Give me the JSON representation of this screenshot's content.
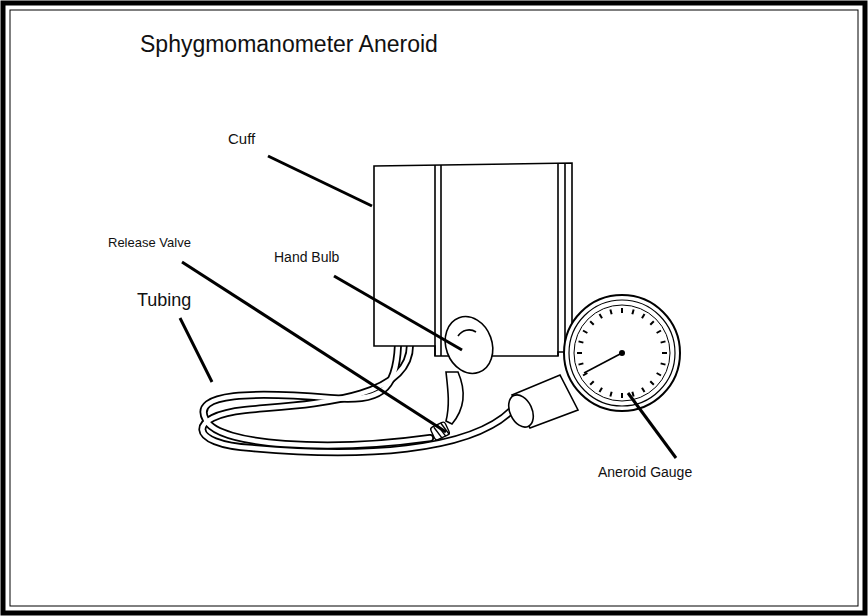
{
  "diagram": {
    "title": "Sphygmomanometer Aneroid",
    "labels": [
      "Cuff",
      "Release Valve",
      "Hand Bulb",
      "Tubing",
      "Aneroid Gauge"
    ]
  }
}
